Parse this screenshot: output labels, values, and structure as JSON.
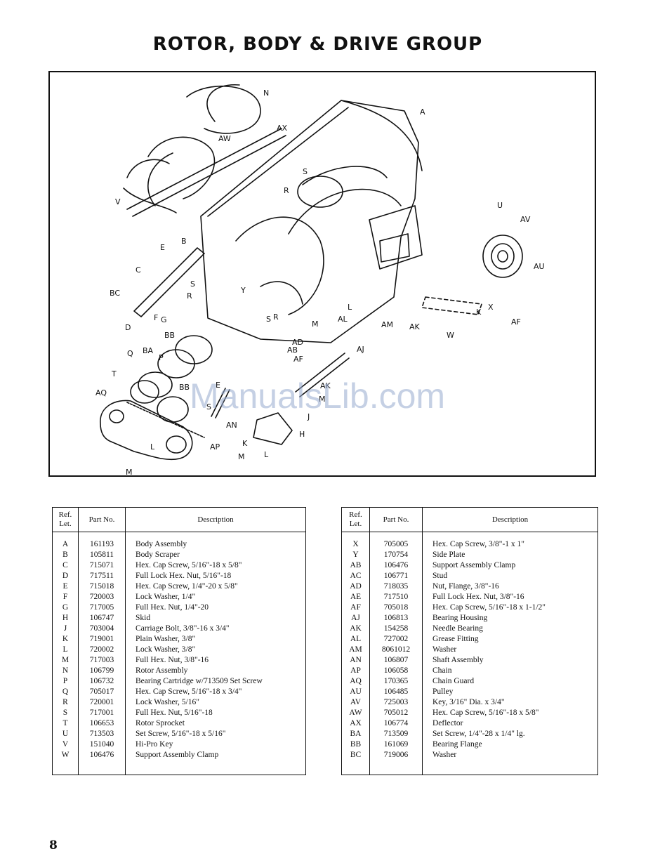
{
  "title": "ROTOR, BODY & DRIVE GROUP",
  "watermark": "ManualsLib.com",
  "page_number": "8",
  "diagram_labels": [
    "N",
    "AX",
    "AW",
    "A",
    "S",
    "R",
    "V",
    "U",
    "AV",
    "AU",
    "E",
    "B",
    "C",
    "BC",
    "S",
    "R",
    "D",
    "F",
    "G",
    "Y",
    "S",
    "R",
    "L",
    "M",
    "AL",
    "AM",
    "AK",
    "AD",
    "AB",
    "AF",
    "K",
    "X",
    "AF",
    "W",
    "AJ",
    "BB",
    "Q",
    "BA",
    "P",
    "T",
    "BB",
    "AQ",
    "E",
    "S",
    "AN",
    "J",
    "H",
    "AP",
    "K",
    "L",
    "M",
    "L",
    "M",
    "AK",
    "M"
  ],
  "table_headers": {
    "ref": "Ref. Let.",
    "part": "Part No.",
    "desc": "Description"
  },
  "left_table": [
    {
      "ref": "A",
      "part": "161193",
      "desc": "Body Assembly"
    },
    {
      "ref": "B",
      "part": "105811",
      "desc": "Body Scraper"
    },
    {
      "ref": "C",
      "part": "715071",
      "desc": "Hex. Cap Screw, 5/16\"-18 x 5/8\""
    },
    {
      "ref": "D",
      "part": "717511",
      "desc": "Full Lock Hex. Nut, 5/16\"-18"
    },
    {
      "ref": "E",
      "part": "715018",
      "desc": "Hex. Cap Screw, 1/4\"-20 x 5/8\""
    },
    {
      "ref": "F",
      "part": "720003",
      "desc": "Lock Washer, 1/4\""
    },
    {
      "ref": "G",
      "part": "717005",
      "desc": "Full Hex. Nut, 1/4\"-20"
    },
    {
      "ref": "H",
      "part": "106747",
      "desc": "Skid"
    },
    {
      "ref": "J",
      "part": "703004",
      "desc": "Carriage Bolt, 3/8\"-16 x 3/4\""
    },
    {
      "ref": "K",
      "part": "719001",
      "desc": "Plain Washer, 3/8\""
    },
    {
      "ref": "L",
      "part": "720002",
      "desc": "Lock Washer, 3/8\""
    },
    {
      "ref": "M",
      "part": "717003",
      "desc": "Full Hex. Nut, 3/8\"-16"
    },
    {
      "ref": "N",
      "part": "106799",
      "desc": "Rotor Assembly"
    },
    {
      "ref": "P",
      "part": "106732",
      "desc": "Bearing Cartridge w/713509 Set Screw"
    },
    {
      "ref": "Q",
      "part": "705017",
      "desc": "Hex. Cap Screw, 5/16\"-18 x 3/4\""
    },
    {
      "ref": "R",
      "part": "720001",
      "desc": "Lock Washer, 5/16\""
    },
    {
      "ref": "S",
      "part": "717001",
      "desc": "Full Hex. Nut, 5/16\"-18"
    },
    {
      "ref": "T",
      "part": "106653",
      "desc": "Rotor Sprocket"
    },
    {
      "ref": "U",
      "part": "713503",
      "desc": "Set Screw, 5/16\"-18 x 5/16\""
    },
    {
      "ref": "V",
      "part": "151040",
      "desc": "Hi-Pro Key"
    },
    {
      "ref": "W",
      "part": "106476",
      "desc": "Support Assembly Clamp"
    }
  ],
  "right_table": [
    {
      "ref": "X",
      "part": "705005",
      "desc": "Hex. Cap Screw, 3/8\"-1 x 1\""
    },
    {
      "ref": "Y",
      "part": "170754",
      "desc": "Side Plate"
    },
    {
      "ref": "AB",
      "part": "106476",
      "desc": "Support Assembly Clamp"
    },
    {
      "ref": "AC",
      "part": "106771",
      "desc": "Stud"
    },
    {
      "ref": "AD",
      "part": "718035",
      "desc": "Nut, Flange, 3/8\"-16"
    },
    {
      "ref": "AE",
      "part": "717510",
      "desc": "Full Lock Hex. Nut, 3/8\"-16"
    },
    {
      "ref": "AF",
      "part": "705018",
      "desc": "Hex. Cap Screw, 5/16\"-18 x 1-1/2\""
    },
    {
      "ref": "AJ",
      "part": "106813",
      "desc": "Bearing Housing"
    },
    {
      "ref": "AK",
      "part": "154258",
      "desc": "Needle Bearing"
    },
    {
      "ref": "AL",
      "part": "727002",
      "desc": "Grease Fitting"
    },
    {
      "ref": "AM",
      "part": "8061012",
      "desc": "Washer"
    },
    {
      "ref": "AN",
      "part": "106807",
      "desc": "Shaft Assembly"
    },
    {
      "ref": "AP",
      "part": "106058",
      "desc": "Chain"
    },
    {
      "ref": "AQ",
      "part": "170365",
      "desc": "Chain Guard"
    },
    {
      "ref": "AU",
      "part": "106485",
      "desc": "Pulley"
    },
    {
      "ref": "AV",
      "part": "725003",
      "desc": "Key, 3/16\" Dia. x 3/4\""
    },
    {
      "ref": "AW",
      "part": "705012",
      "desc": "Hex. Cap Screw, 5/16\"-18 x 5/8\""
    },
    {
      "ref": "AX",
      "part": "106774",
      "desc": "Deflector"
    },
    {
      "ref": "BA",
      "part": "713509",
      "desc": "Set Screw, 1/4\"-28 x 1/4\" lg."
    },
    {
      "ref": "BB",
      "part": "161069",
      "desc": "Bearing Flange"
    },
    {
      "ref": "BC",
      "part": "719006",
      "desc": "Washer"
    }
  ]
}
